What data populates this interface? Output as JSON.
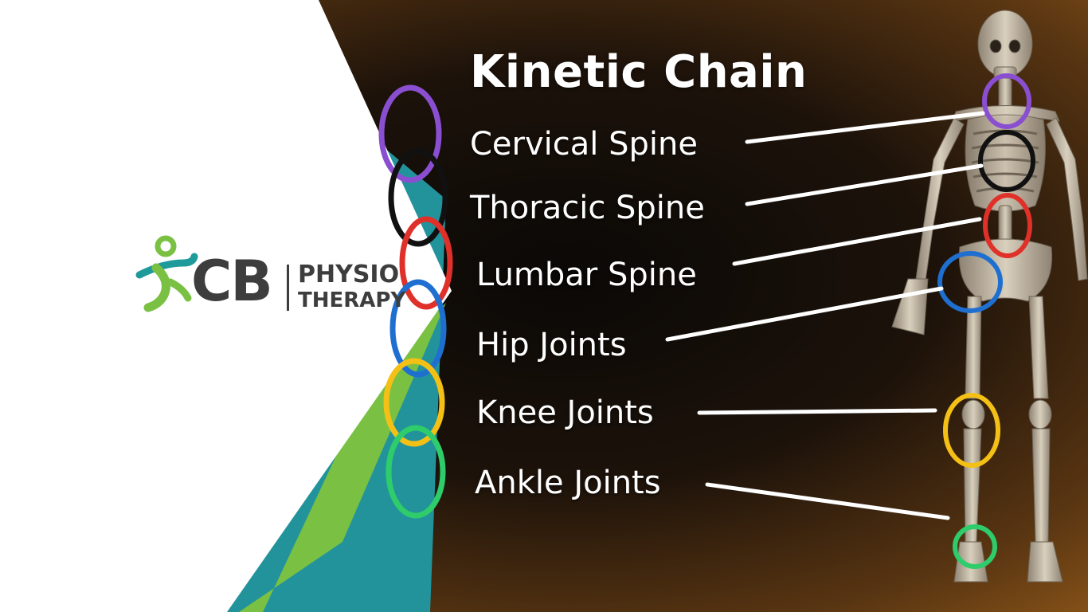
{
  "title": "Kinetic Chain",
  "labels": [
    "Cervical Spine",
    "Thoracic Spine",
    "Lumbar Spine",
    "Hip Joints",
    "Knee Joints",
    "Ankle Joints"
  ],
  "logo": {
    "initials": "CB",
    "line1": "PHYSIO",
    "line2": "THERAPY"
  },
  "colors": {
    "cervical": "#8a4fd0",
    "thoracic": "#111111",
    "lumbar": "#e0302a",
    "hip": "#1e6fd0",
    "knee": "#f5c016",
    "ankle": "#2ecc6a",
    "logo_green": "#7ac143",
    "logo_teal": "#1f9a9a",
    "logo_gray": "#3d3d3d"
  }
}
